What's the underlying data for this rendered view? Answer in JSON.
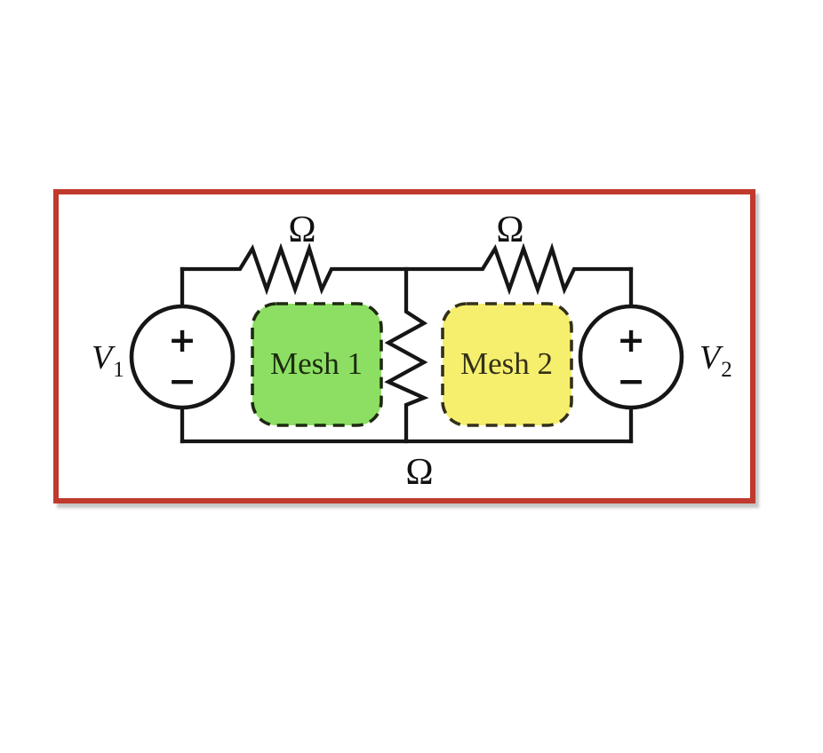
{
  "figure": {
    "type": "circuit-diagram",
    "description": "Two-mesh resistive circuit with two voltage sources and three resistors"
  },
  "sources": {
    "left": {
      "name": "V",
      "sub": "1",
      "plus": "+",
      "minus": "−"
    },
    "right": {
      "name": "V",
      "sub": "2",
      "plus": "+",
      "minus": "−"
    }
  },
  "resistors": {
    "top_left_label": "Ω",
    "top_right_label": "Ω",
    "middle_label": "Ω"
  },
  "meshes": {
    "mesh1": {
      "label": "Mesh 1"
    },
    "mesh2": {
      "label": "Mesh 2"
    }
  },
  "colors": {
    "frame": "#bf3a2c",
    "wire": "#161616",
    "mesh1_fill": "#8cdf63",
    "mesh2_fill": "#f6ef6e",
    "mesh1_stroke": "#1e2a10",
    "mesh2_stroke": "#33301a",
    "mesh1_text": "#1c2c0f",
    "mesh2_text": "#333018",
    "label_text": "#111111"
  }
}
